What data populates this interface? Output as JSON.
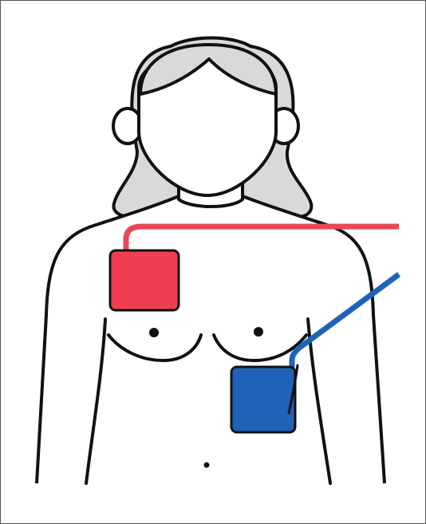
{
  "figure": {
    "subject": "female-torso-outline",
    "pads": [
      {
        "id": "upper-right-chest-pad",
        "color": "#ef3e4f",
        "cable_color": "#e8485a"
      },
      {
        "id": "lower-left-side-pad",
        "color": "#1f63b8",
        "cable_color": "#1f63b8"
      }
    ],
    "colors": {
      "outline": "#111111",
      "hair": "#d9d9d9",
      "skin": "#ffffff",
      "frame_border": "#555555"
    }
  }
}
